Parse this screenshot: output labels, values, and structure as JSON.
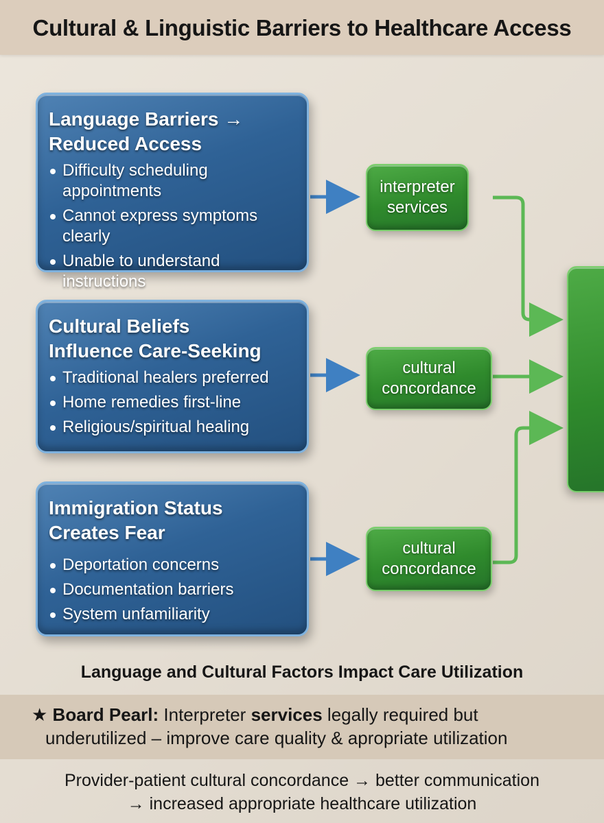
{
  "title": "Cultural & Linguistic Barriers to Healthcare Access",
  "barriers": [
    {
      "title_line1": "Language Barriers →",
      "title_line2": "Reduced Access",
      "items": [
        "Difficulty scheduling appointments",
        "Cannot express symptoms clearly",
        "Unable to understand instructions"
      ]
    },
    {
      "title_line1": "Cultural Beliefs",
      "title_line2": "Influence Care-Seeking",
      "items": [
        "Traditional healers preferred",
        "Home remedies first-line",
        "Religious/spiritual healing"
      ]
    },
    {
      "title_line1": "Immigration Status",
      "title_line2": "Creates Fear",
      "items": [
        "Deportation concerns",
        "Documentation barriers",
        "System unfamiliarity"
      ]
    }
  ],
  "interventions": [
    "interpreter services",
    "cultural concordance",
    "cultural concordance"
  ],
  "caption": "Language and Cultural Factors Impact Care Utilization",
  "board_pearl": {
    "star": "★",
    "label": "Board Pearl:",
    "text_a": "Interpreter",
    "text_b": "services",
    "text_c": "legally required but",
    "line2": "underutilized – improve care quality & apropriate utilization"
  },
  "footer": {
    "line1": "Provider-patient cultural concordance → better communication",
    "line2": "→ increased appropriate healthcare utilization"
  },
  "colors": {
    "barrier_blue": "#2f6296",
    "intervention_green": "#2f8a2c",
    "connector_green": "#5cb855",
    "arrow_blue": "#3a78b8"
  }
}
